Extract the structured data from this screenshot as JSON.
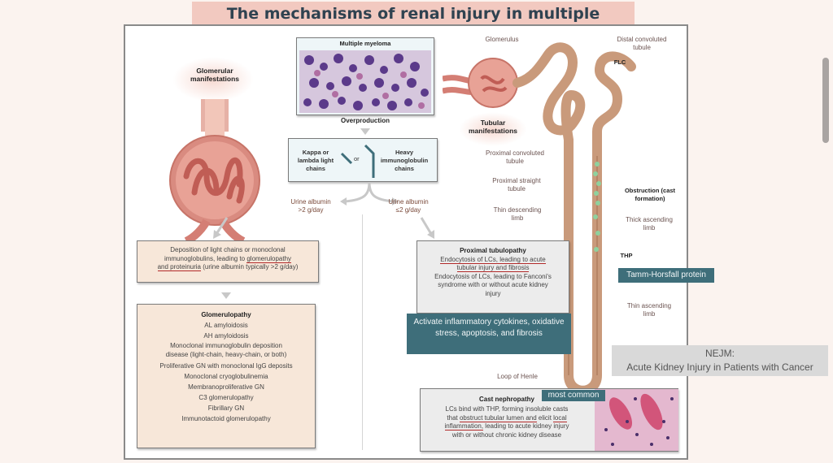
{
  "title": "The mechanisms of renal injury in multiple myeloma",
  "left": {
    "glomerular_label": "Glomerular manifestations",
    "deposition_box": {
      "line1": "Deposition of light chains or monoclonal",
      "line2_pre": "immunoglobulins, leading to ",
      "line2_ul": "glomerulopathy",
      "line3_ul": "and proteinuria",
      "line3_post": " (urine albumin typically >2 g/day)"
    },
    "glomerulopathy_box": {
      "title": "Glomerulopathy",
      "items": [
        "AL amyloidosis",
        "AH amyloidosis",
        "Monoclonal immunoglobulin deposition",
        "disease (light-chain, heavy-chain, or both)",
        "Proliferative GN with monoclonal IgG deposits",
        "Monoclonal cryoglobulinemia",
        "Membranoproliferative GN",
        "C3 glomerulopathy",
        "Fibrillary GN",
        "Immunotactoid glomerulopathy"
      ]
    }
  },
  "center": {
    "myeloma_title": "Multiple myeloma",
    "overproduction": "Overproduction",
    "kappa": "Kappa or lambda light chains",
    "or": "or",
    "heavy": "Heavy immunoglobulin chains",
    "urine_left": "Urine albumin >2 g/day",
    "urine_right": "Urine albumin ≤2 g/day"
  },
  "right": {
    "glomerulus": "Glomerulus",
    "distal": "Distal convoluted tubule",
    "flc": "FLC",
    "tubular_label": "Tubular manifestations",
    "pct": "Proximal convoluted tubule",
    "pst": "Proximal straight tubule",
    "thin_desc": "Thin descending limb",
    "obstruction": "Obstruction (cast formation)",
    "thick_asc": "Thick ascending limb",
    "thp": "THP",
    "thp_full": "Tamm-Horsfall protein",
    "thin_asc": "Thin ascending limb",
    "loop": "Loop of Henle",
    "proximal_box": {
      "title": "Proximal tubulopathy",
      "line1_ul": "Endocytosis of LCs, leading to acute",
      "line2_ul": "tubular injury and fibrosis",
      "line3": "Endocytosis of LCs, leading to Fanconi's",
      "line4": "syndrome with or without acute kidney",
      "line5": "injury"
    },
    "inflammatory_note": "Activate inflammatory cytokines, oxidative stress, apoptosis, and fibrosis",
    "cast_box": {
      "title": "Cast nephropathy",
      "badge": "most common",
      "line1": "LCs bind with THP, forming insoluble casts",
      "line2_pre": "that ",
      "line2_ul": "obstruct tubular lumen and",
      "line2_post": " elicit ",
      "line2_ul2": "local",
      "line3_ul": "inflammation,",
      "line3_post": " leading to acute kidney injury",
      "line4": "with or without chronic kidney disease"
    }
  },
  "citation": {
    "line1": "NEJM:",
    "line2": "Acute Kidney Injury in Patients with Cancer"
  },
  "colors": {
    "title_bg": "#f2c9c0",
    "teal": "#3e6e7a",
    "underline": "#b22a2a"
  }
}
